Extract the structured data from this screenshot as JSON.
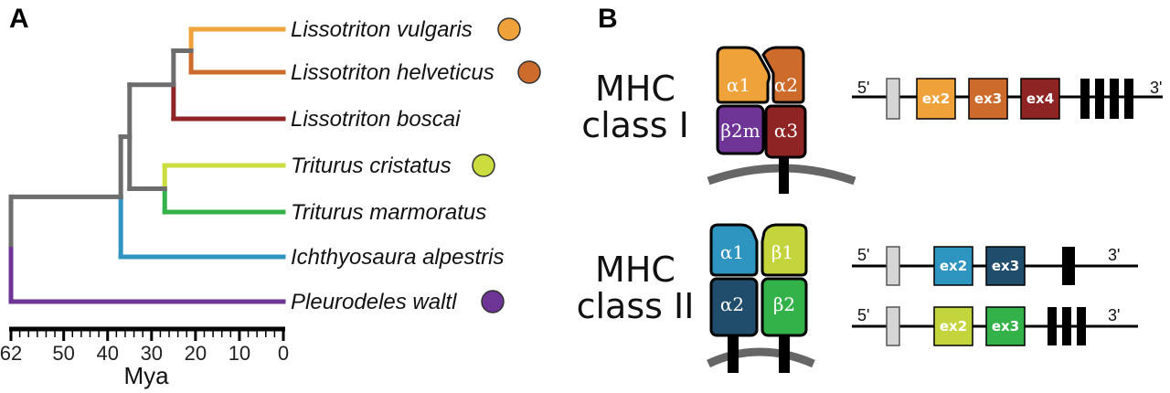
{
  "panels": {
    "a": "A",
    "b": "B"
  },
  "tree": {
    "species": [
      {
        "name": "Lissotriton vulgaris",
        "color": "#f0a23a",
        "dot": true
      },
      {
        "name": "Lissotriton helveticus",
        "color": "#cc6b2c",
        "dot": true
      },
      {
        "name": "Lissotriton boscai",
        "color": "#8e2424",
        "dot": false
      },
      {
        "name": "Triturus cristatus",
        "color": "#cbdc3e",
        "dot": true
      },
      {
        "name": "Triturus marmoratus",
        "color": "#33b24a",
        "dot": false
      },
      {
        "name": "Ichthyosaura alpestris",
        "color": "#2e94c0",
        "dot": false
      },
      {
        "name": "Pleurodeles waltl",
        "color": "#6e3596",
        "dot": true
      }
    ],
    "node_ages_mya": {
      "root": 62,
      "n1": 37,
      "n2": 35,
      "n3": 27,
      "n4": 25,
      "n5": 21
    },
    "internal_color": "#6d6d6d",
    "axis": {
      "ticks": [
        "62",
        "50",
        "40",
        "30",
        "20",
        "10",
        "0"
      ],
      "tick_values": [
        62,
        50,
        40,
        30,
        20,
        10,
        0
      ],
      "title": "Mya"
    }
  },
  "mhc": {
    "class1": {
      "title_line1": "MHC",
      "title_line2": "class I",
      "domains": [
        {
          "label": "α1",
          "color": "#f0a23a"
        },
        {
          "label": "α2",
          "color": "#cc6b2c"
        },
        {
          "label": "β2m",
          "sub": "m",
          "color": "#6e3596"
        },
        {
          "label": "α3",
          "color": "#8e2424"
        }
      ],
      "gene": {
        "five": "5'",
        "three": "3'",
        "exons": [
          {
            "label": "ex2",
            "color": "#f0a23a"
          },
          {
            "label": "ex3",
            "color": "#cc6b2c"
          },
          {
            "label": "ex4",
            "color": "#8e2424"
          }
        ]
      }
    },
    "class2": {
      "title_line1": "MHC",
      "title_line2": "class II",
      "domains": [
        {
          "label": "α1",
          "color": "#2e94c0"
        },
        {
          "label": "β1",
          "color": "#c4d43c"
        },
        {
          "label": "α2",
          "color": "#1f4d6b"
        },
        {
          "label": "β2",
          "color": "#33b24a"
        }
      ],
      "gene_alpha": {
        "five": "5'",
        "three": "3'",
        "exons": [
          {
            "label": "ex2",
            "color": "#2e94c0"
          },
          {
            "label": "ex3",
            "color": "#1f4d6b"
          }
        ]
      },
      "gene_beta": {
        "five": "5'",
        "three": "3'",
        "exons": [
          {
            "label": "ex2",
            "color": "#c4d43c"
          },
          {
            "label": "ex3",
            "color": "#33b24a"
          }
        ]
      }
    }
  }
}
